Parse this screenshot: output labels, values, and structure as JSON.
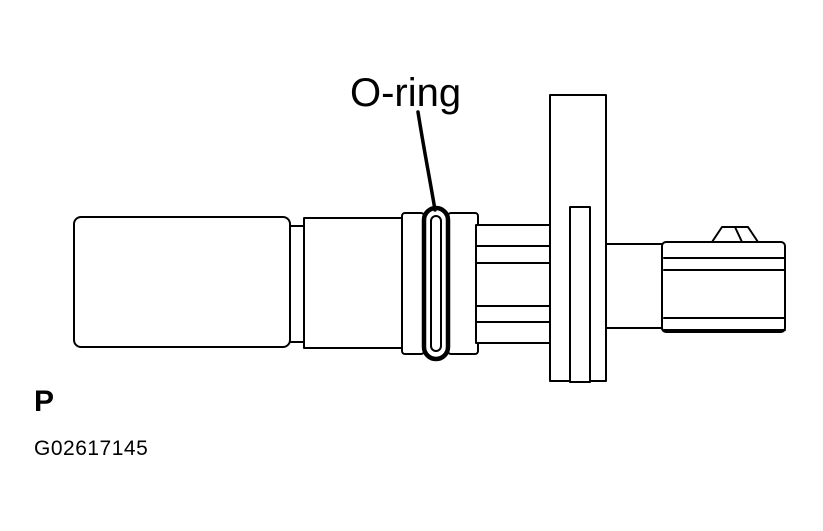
{
  "diagram": {
    "callout_label": "O-ring",
    "view_label": "P",
    "figure_id": "G02617145"
  }
}
